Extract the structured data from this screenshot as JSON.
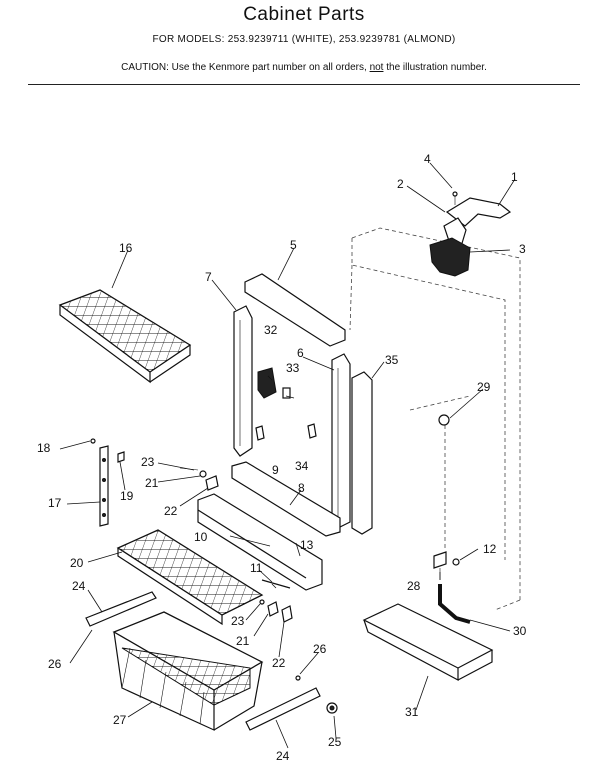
{
  "header": {
    "title": "Cabinet  Parts",
    "models": "FOR MODELS:  253.9239711   (WHITE), 253.9239781   (ALMOND)",
    "caution_prefix": "CAUTION:   Use the Kenmore part number on all orders, ",
    "caution_underlined": "not",
    "caution_suffix": " the illustration number."
  },
  "callouts": [
    {
      "id": "c1",
      "text": "1"
    },
    {
      "id": "c2",
      "text": "2"
    },
    {
      "id": "c3",
      "text": "3"
    },
    {
      "id": "c4",
      "text": "4"
    },
    {
      "id": "c5",
      "text": "5"
    },
    {
      "id": "c6",
      "text": "6"
    },
    {
      "id": "c7",
      "text": "7"
    },
    {
      "id": "c8",
      "text": "8"
    },
    {
      "id": "c9",
      "text": "9"
    },
    {
      "id": "c10",
      "text": "10"
    },
    {
      "id": "c11",
      "text": "11"
    },
    {
      "id": "c12",
      "text": "12"
    },
    {
      "id": "c13",
      "text": "13"
    },
    {
      "id": "c16",
      "text": "16"
    },
    {
      "id": "c17",
      "text": "17"
    },
    {
      "id": "c18",
      "text": "18"
    },
    {
      "id": "c19",
      "text": "19"
    },
    {
      "id": "c20",
      "text": "20"
    },
    {
      "id": "c21a",
      "text": "21"
    },
    {
      "id": "c21b",
      "text": "21"
    },
    {
      "id": "c22a",
      "text": "22"
    },
    {
      "id": "c22b",
      "text": "22"
    },
    {
      "id": "c23a",
      "text": "23"
    },
    {
      "id": "c23b",
      "text": "23"
    },
    {
      "id": "c24a",
      "text": "24"
    },
    {
      "id": "c24b",
      "text": "24"
    },
    {
      "id": "c25",
      "text": "25"
    },
    {
      "id": "c26a",
      "text": "26"
    },
    {
      "id": "c26b",
      "text": "26"
    },
    {
      "id": "c27",
      "text": "27"
    },
    {
      "id": "c28",
      "text": "28"
    },
    {
      "id": "c29",
      "text": "29"
    },
    {
      "id": "c30",
      "text": "30"
    },
    {
      "id": "c31",
      "text": "31"
    },
    {
      "id": "c32",
      "text": "32"
    },
    {
      "id": "c33",
      "text": "33"
    },
    {
      "id": "c34",
      "text": "34"
    },
    {
      "id": "c35",
      "text": "35"
    }
  ]
}
